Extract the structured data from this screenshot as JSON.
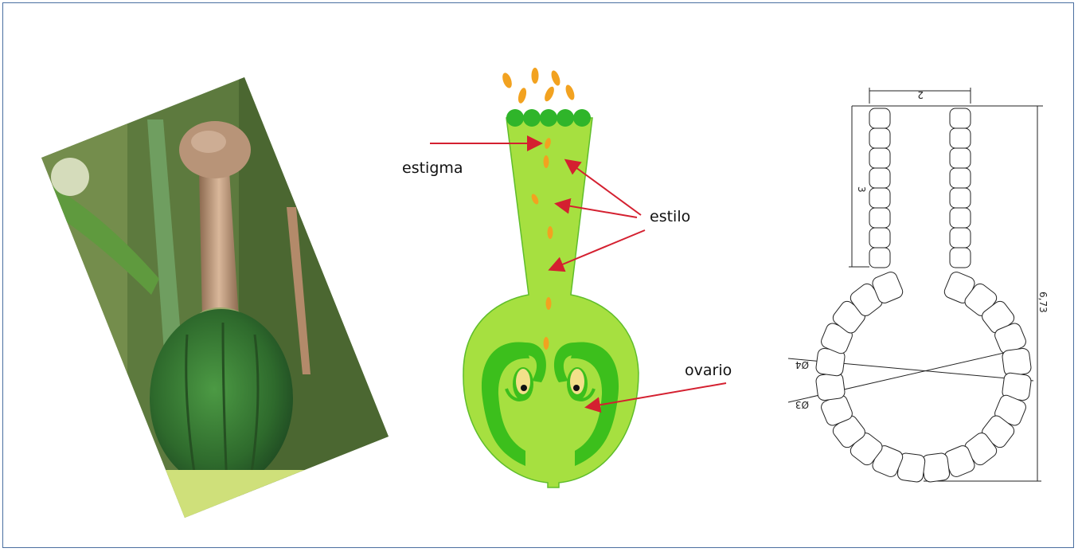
{
  "labels": {
    "stigma": "estigma",
    "style": "estilo",
    "ovary": "ovario"
  },
  "dimensions": {
    "neck_width": "2",
    "neck_length": "3",
    "total_height": "6,73",
    "inner_diameter": "Ø4",
    "outer_diameter": "Ø3"
  },
  "colors": {
    "frame": "#4a6fa0",
    "tissue_light": "#a6e040",
    "tissue_dark": "#3cbf1c",
    "pollen": "#f2a220",
    "arrow": "#d42030"
  }
}
